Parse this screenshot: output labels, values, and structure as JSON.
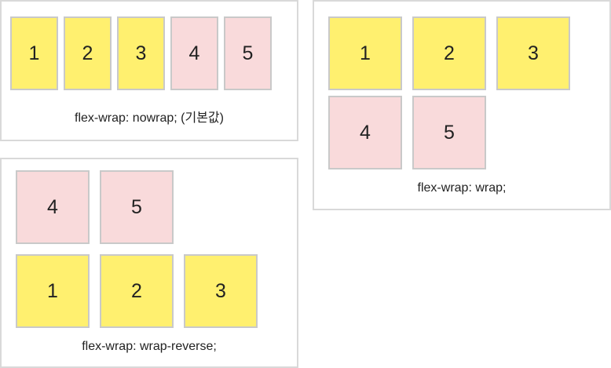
{
  "colors": {
    "first_group": "#fff06f",
    "second_group": "#f9dadb"
  },
  "panels": [
    {
      "caption": "flex-wrap: nowrap; (기본값)",
      "items": [
        {
          "label": "1",
          "group": "first"
        },
        {
          "label": "2",
          "group": "first"
        },
        {
          "label": "3",
          "group": "first"
        },
        {
          "label": "4",
          "group": "second"
        },
        {
          "label": "5",
          "group": "second"
        }
      ]
    },
    {
      "caption": "flex-wrap: wrap;",
      "items": [
        {
          "label": "1",
          "group": "first"
        },
        {
          "label": "2",
          "group": "first"
        },
        {
          "label": "3",
          "group": "first"
        },
        {
          "label": "4",
          "group": "second"
        },
        {
          "label": "5",
          "group": "second"
        }
      ]
    },
    {
      "caption": "flex-wrap: wrap-reverse;",
      "items": [
        {
          "label": "1",
          "group": "first"
        },
        {
          "label": "2",
          "group": "first"
        },
        {
          "label": "3",
          "group": "first"
        },
        {
          "label": "4",
          "group": "second"
        },
        {
          "label": "5",
          "group": "second"
        }
      ]
    }
  ]
}
